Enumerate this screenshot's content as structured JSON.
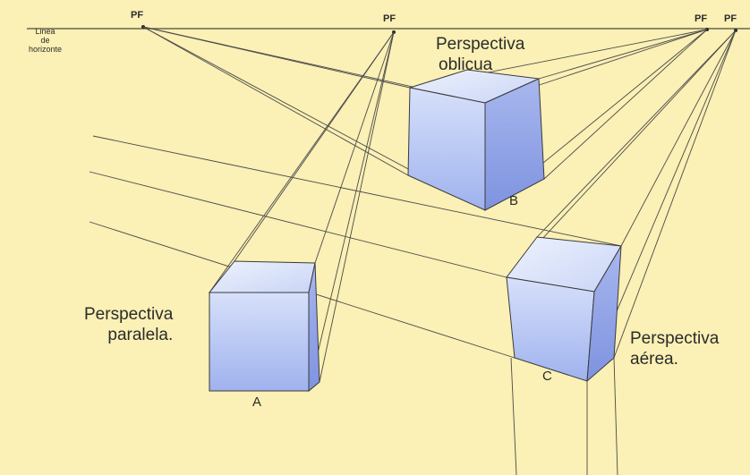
{
  "horizon": {
    "label_lines": [
      "Linea",
      "de",
      "horizonte"
    ]
  },
  "vanishing_points": {
    "pf1": "PF",
    "pf2": "PF",
    "pf3": "PF",
    "pf4": "PF"
  },
  "cube_a": {
    "letter": "A",
    "caption_lines": [
      "Perspectiva",
      "paralela."
    ]
  },
  "cube_b": {
    "letter": "B",
    "caption_lines": [
      "Perspectiva",
      "oblicua"
    ]
  },
  "cube_c": {
    "letter": "C",
    "caption_lines": [
      "Perspectiva",
      "aérea."
    ]
  },
  "colors": {
    "background": "#fbf0b5",
    "line": "#3a3a3a",
    "cube_front": "#aebef0",
    "cube_side": "#8c9fe6",
    "cube_top": "#d8e1f8"
  }
}
